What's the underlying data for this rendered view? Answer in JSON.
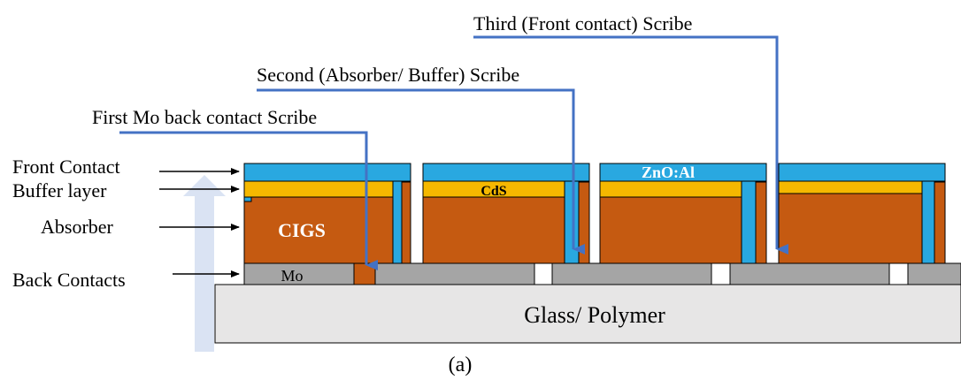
{
  "labels": {
    "third_scribe": "Third (Front contact) Scribe",
    "second_scribe": "Second (Absorber/ Buffer) Scribe",
    "first_scribe": "First Mo back contact Scribe",
    "front_contact": "Front Contact",
    "buffer_layer": "Buffer layer",
    "absorber": "Absorber",
    "back_contacts": "Back Contacts",
    "cigs": "CIGS",
    "cds": "CdS",
    "zno": "ZnO:Al",
    "mo": "Mo",
    "substrate": "Glass/ Polymer",
    "caption": "(a)"
  },
  "colors": {
    "front_contact": "#29a8e0",
    "buffer": "#f5b800",
    "absorber": "#c55a11",
    "back_contact": "#a5a5a5",
    "substrate": "#e7e6e6",
    "scribe_line": "#4472c4",
    "arrow_fill": "#dae3f3"
  }
}
